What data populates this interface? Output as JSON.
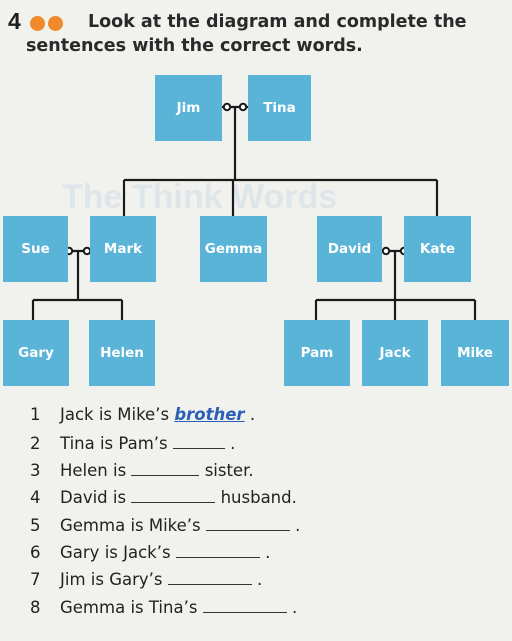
{
  "exercise": {
    "number": "4",
    "instruction_line1": "Look at the diagram and complete the",
    "instruction_line2": "sentences with the correct words.",
    "dot_color": "#f08a2a"
  },
  "box_color": "#5ab4d8",
  "tree": {
    "grandparents": [
      "Jim",
      "Tina"
    ],
    "parents_left": [
      "Sue",
      "Mark"
    ],
    "single": "Gemma",
    "parents_right": [
      "David",
      "Kate"
    ],
    "children_left": [
      "Gary",
      "Helen"
    ],
    "children_right": [
      "Pam",
      "Jack",
      "Mike"
    ]
  },
  "sentences": [
    {
      "n": "1",
      "before": "Jack is Mike’s",
      "answer": "brother",
      "after": "."
    },
    {
      "n": "2",
      "before": "Tina is Pam’s",
      "after": "."
    },
    {
      "n": "3",
      "before": "Helen is",
      "after": "sister."
    },
    {
      "n": "4",
      "before": "David is",
      "after": "husband."
    },
    {
      "n": "5",
      "before": "Gemma is Mike’s",
      "after": "."
    },
    {
      "n": "6",
      "before": "Gary is Jack’s",
      "after": "."
    },
    {
      "n": "7",
      "before": "Jim is Gary’s",
      "after": "."
    },
    {
      "n": "8",
      "before": "Gemma is Tina’s",
      "after": "."
    }
  ]
}
